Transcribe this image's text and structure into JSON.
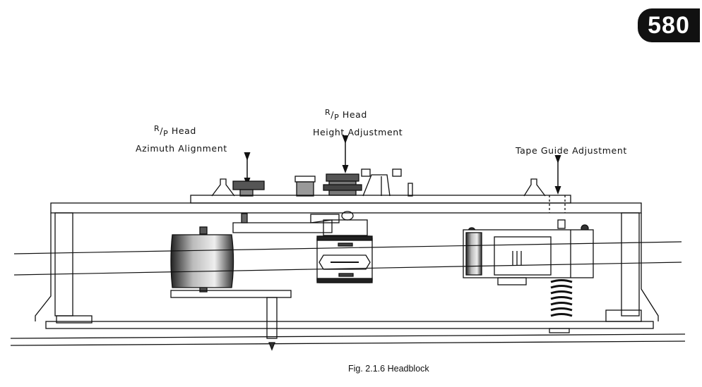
{
  "page_number": "580",
  "labels": {
    "azimuth": {
      "head": "Head",
      "r": "R",
      "p": "P",
      "line2": "Azimuth Alignment"
    },
    "height": {
      "head": "Head",
      "r": "R",
      "p": "P",
      "line2": "Height Adjustment"
    },
    "tape_guide": "Tape Guide Adjustment"
  },
  "caption": "Fig. 2.1.6   Headblock"
}
